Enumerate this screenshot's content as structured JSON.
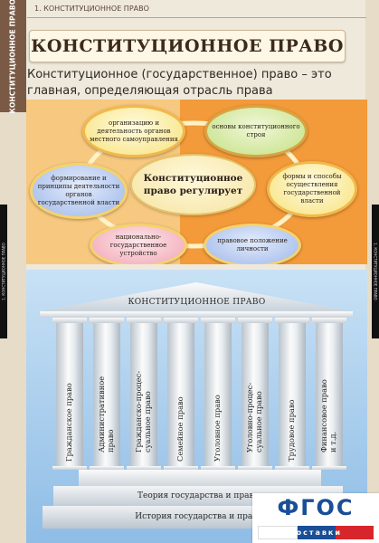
{
  "sidebar": {
    "tab_label": "КОНСТИТУЦИОННОЕ ПРАВО",
    "spine_left": "1. КОНСТИТУЦИОННОЕ ПРАВО",
    "spine_right": "1. КОНСТИТУЦИОННОЕ ПРАВО"
  },
  "header": {
    "section": "1. КОНСТИТУЦИОННОЕ ПРАВО",
    "title": "КОНСТИТУЦИОННОЕ ПРАВО"
  },
  "definition": "Конституционное (государственное) право – это главная, определяющая отрасль права",
  "diagram": {
    "center": "Конституционное право регулирует",
    "nodes": [
      "организацию и деятельность органов местного самоуправления",
      "основы конституционного строя",
      "формирование и принципы деятельности органов государственной власти",
      "формы и способы осуществления государственной власти",
      "национально-государственное устройство",
      "правовое положение личности"
    ],
    "colors": {
      "orange_light": "#f7c87f",
      "orange_dark": "#f39a3a"
    }
  },
  "temple": {
    "roof": "КОНСТИТУЦИОННОЕ ПРАВО",
    "columns": [
      "Гражданское право",
      "Административное право",
      "Гражданско-процессуальное право",
      "Семейное право",
      "Уголовное право",
      "Уголовно-процессуальное право",
      "Трудовое право",
      "Финансовое право и т.д."
    ],
    "column_lines": [
      [
        "Гражданское право"
      ],
      [
        "Административное",
        "право"
      ],
      [
        "Гражданско-процес-",
        "суальное право"
      ],
      [
        "Семейное право"
      ],
      [
        "Уголовное право"
      ],
      [
        "Уголовно-процес-",
        "суальное право"
      ],
      [
        "Трудовое право"
      ],
      [
        "Финансовое право",
        "и т.д."
      ]
    ],
    "step_theory": "Теория государства и права",
    "step_history": "История государства и права"
  },
  "badge": {
    "title": "ФГОС",
    "subtitle": "поставки",
    "colors": {
      "blue": "#1a4e96",
      "red": "#d7262b"
    }
  }
}
